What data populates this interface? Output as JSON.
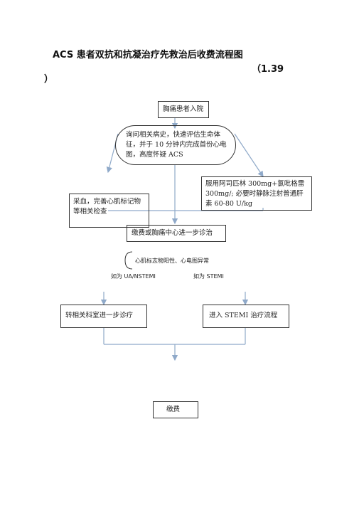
{
  "title": {
    "main": "ACS 患者双抗和抗凝治疗先救治后收费流程图",
    "number": "（1.39",
    "tail": "）"
  },
  "nodes": {
    "admission": "胸痛患者入院",
    "assessment": "询问相关病史，快速评估生命体征，并于 10 分钟内完成首份心电图，高度怀疑 ACS",
    "medication": "服用阿司匹林 300mg+氯吡格雷 300mg/; 必要时静脉注射普通肝素 60-80 U/kg",
    "blood_test": "采血，完善心肌标记物等相关检查",
    "payment_center": "缴费或胸痛中心进一步诊治",
    "referral": "转相关科室进一步诊疗",
    "stemi": "进入 STEMI 治疗流程",
    "payment": "缴费"
  },
  "notes": {
    "abnormal": "心肌标志物阳性、心电图异常",
    "ua": "如为 UA/NSTEMI",
    "stemi": "如为 STEMI"
  }
}
